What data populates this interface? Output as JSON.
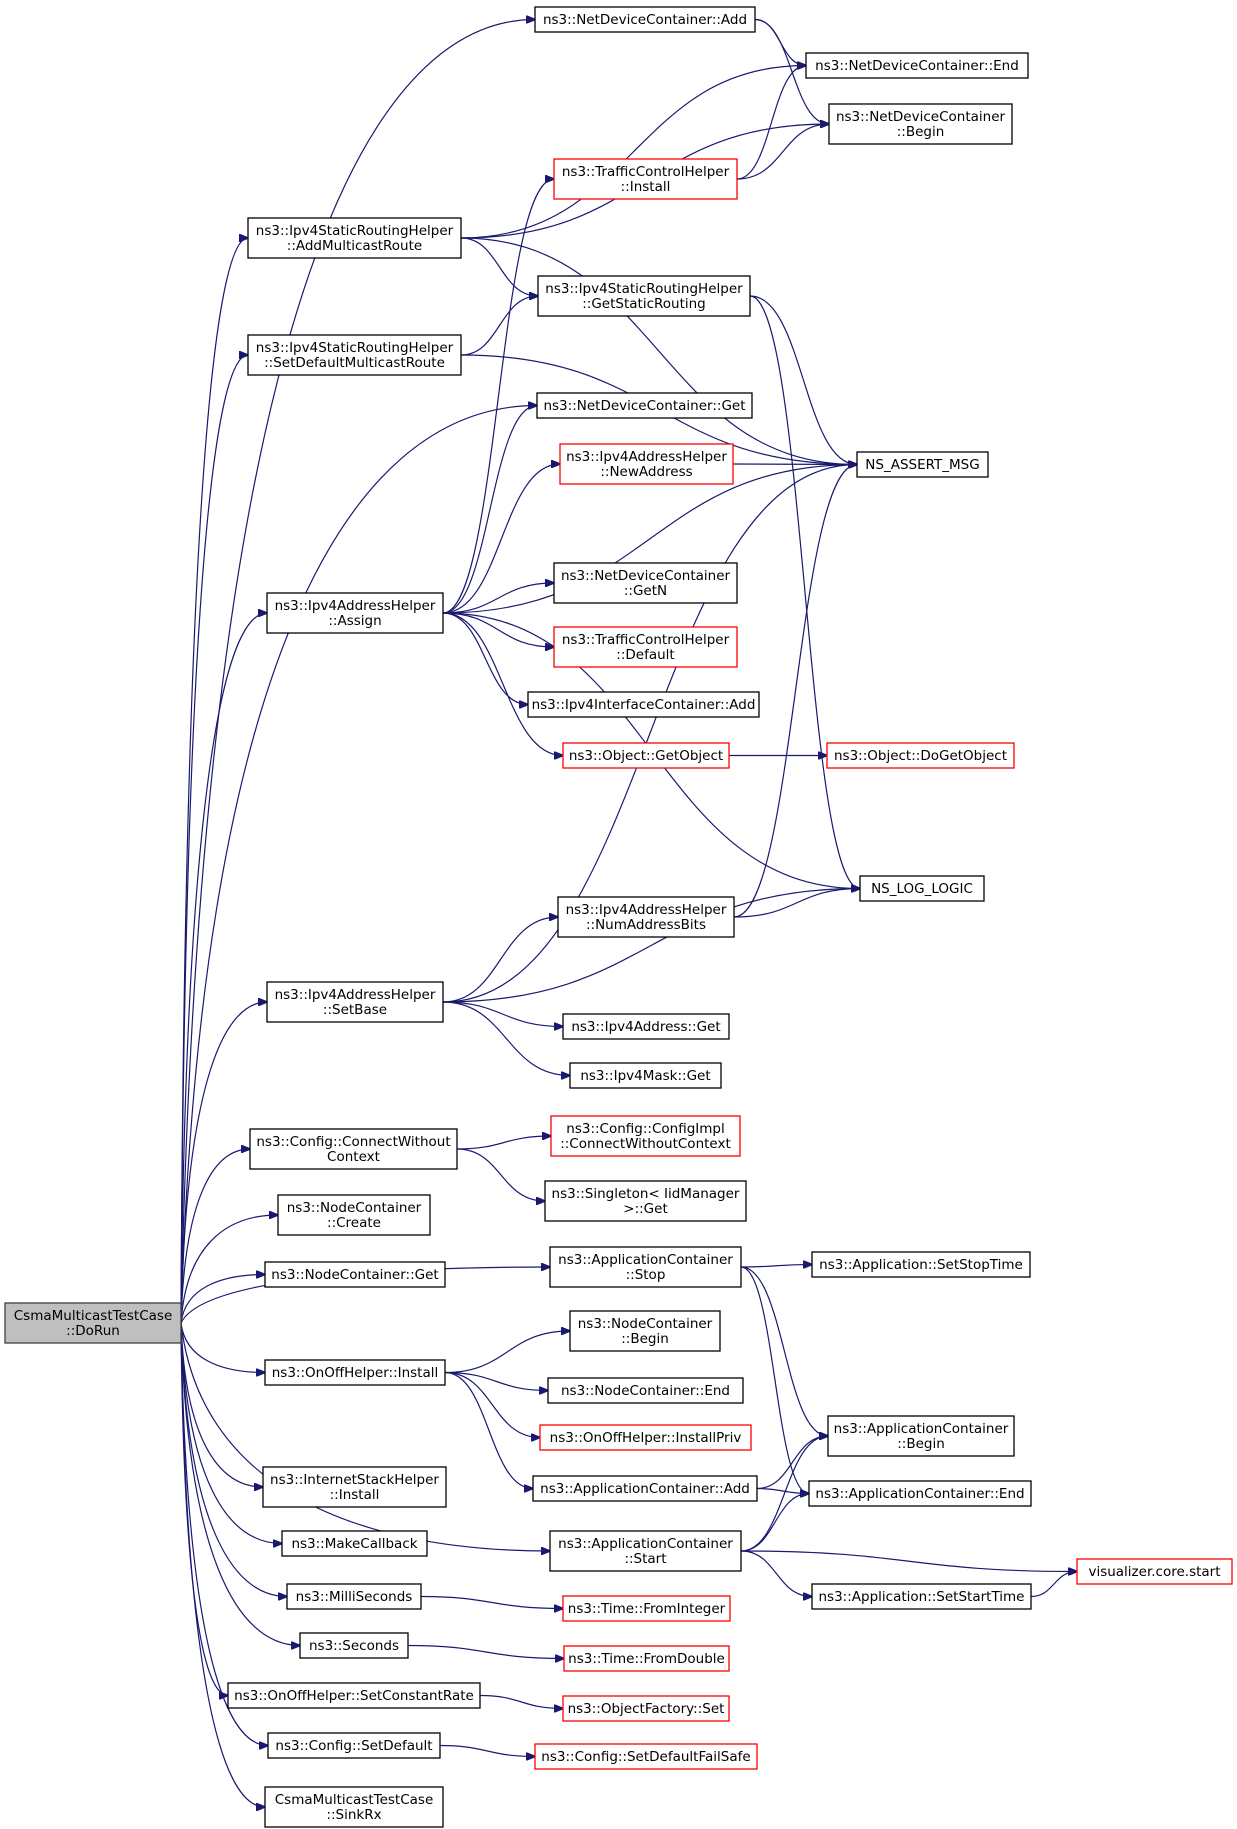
{
  "graph": {
    "root": "root",
    "nodes": [
      {
        "id": "root",
        "lines": [
          "CsmaMulticastTestCase",
          "::DoRun"
        ],
        "style": "root"
      },
      {
        "id": "ndcAdd",
        "lines": [
          "ns3::NetDeviceContainer::Add"
        ]
      },
      {
        "id": "ndcEnd",
        "lines": [
          "ns3::NetDeviceContainer::End"
        ]
      },
      {
        "id": "ndcBegin",
        "lines": [
          "ns3::NetDeviceContainer",
          "::Begin"
        ]
      },
      {
        "id": "tchInstall",
        "lines": [
          "ns3::TrafficControlHelper",
          "::Install"
        ],
        "style": "red"
      },
      {
        "id": "addMcRoute",
        "lines": [
          "ns3::Ipv4StaticRoutingHelper",
          "::AddMulticastRoute"
        ]
      },
      {
        "id": "getStaticRouting",
        "lines": [
          "ns3::Ipv4StaticRoutingHelper",
          "::GetStaticRouting"
        ]
      },
      {
        "id": "setDefMcRoute",
        "lines": [
          "ns3::Ipv4StaticRoutingHelper",
          "::SetDefaultMulticastRoute"
        ]
      },
      {
        "id": "ndcGet",
        "lines": [
          "ns3::NetDeviceContainer::Get"
        ]
      },
      {
        "id": "newAddress",
        "lines": [
          "ns3::Ipv4AddressHelper",
          "::NewAddress"
        ],
        "style": "red"
      },
      {
        "id": "nsAssert",
        "lines": [
          "NS_ASSERT_MSG"
        ]
      },
      {
        "id": "assign",
        "lines": [
          "ns3::Ipv4AddressHelper",
          "::Assign"
        ]
      },
      {
        "id": "ndcGetN",
        "lines": [
          "ns3::NetDeviceContainer",
          "::GetN"
        ]
      },
      {
        "id": "tchDefault",
        "lines": [
          "ns3::TrafficControlHelper",
          "::Default"
        ],
        "style": "red"
      },
      {
        "id": "iicAdd",
        "lines": [
          "ns3::Ipv4InterfaceContainer::Add"
        ]
      },
      {
        "id": "getObject",
        "lines": [
          "ns3::Object::GetObject"
        ],
        "style": "red"
      },
      {
        "id": "doGetObject",
        "lines": [
          "ns3::Object::DoGetObject"
        ],
        "style": "red"
      },
      {
        "id": "nsLog",
        "lines": [
          "NS_LOG_LOGIC"
        ]
      },
      {
        "id": "numAddrBits",
        "lines": [
          "ns3::Ipv4AddressHelper",
          "::NumAddressBits"
        ]
      },
      {
        "id": "setBase",
        "lines": [
          "ns3::Ipv4AddressHelper",
          "::SetBase"
        ]
      },
      {
        "id": "ipv4AddrGet",
        "lines": [
          "ns3::Ipv4Address::Get"
        ]
      },
      {
        "id": "ipv4MaskGet",
        "lines": [
          "ns3::Ipv4Mask::Get"
        ]
      },
      {
        "id": "cfgConnect",
        "lines": [
          "ns3::Config::ConnectWithout",
          "Context"
        ]
      },
      {
        "id": "cfgImplConnect",
        "lines": [
          "ns3::Config::ConfigImpl",
          "::ConnectWithoutContext"
        ],
        "style": "red"
      },
      {
        "id": "singletonGet",
        "lines": [
          "ns3::Singleton< IidManager",
          ">::Get"
        ]
      },
      {
        "id": "ncCreate",
        "lines": [
          "ns3::NodeContainer",
          "::Create"
        ]
      },
      {
        "id": "ncGet",
        "lines": [
          "ns3::NodeContainer::Get"
        ]
      },
      {
        "id": "acStop",
        "lines": [
          "ns3::ApplicationContainer",
          "::Stop"
        ]
      },
      {
        "id": "appSetStopTime",
        "lines": [
          "ns3::Application::SetStopTime"
        ]
      },
      {
        "id": "ncBegin",
        "lines": [
          "ns3::NodeContainer",
          "::Begin"
        ]
      },
      {
        "id": "onoffInstall",
        "lines": [
          "ns3::OnOffHelper::Install"
        ]
      },
      {
        "id": "ncEnd",
        "lines": [
          "ns3::NodeContainer::End"
        ]
      },
      {
        "id": "installPriv",
        "lines": [
          "ns3::OnOffHelper::InstallPriv"
        ],
        "style": "red"
      },
      {
        "id": "acBegin",
        "lines": [
          "ns3::ApplicationContainer",
          "::Begin"
        ]
      },
      {
        "id": "acAdd",
        "lines": [
          "ns3::ApplicationContainer::Add"
        ]
      },
      {
        "id": "acEnd",
        "lines": [
          "ns3::ApplicationContainer::End"
        ]
      },
      {
        "id": "ishInstall",
        "lines": [
          "ns3::InternetStackHelper",
          "::Install"
        ]
      },
      {
        "id": "acStart",
        "lines": [
          "ns3::ApplicationContainer",
          "::Start"
        ]
      },
      {
        "id": "vizStart",
        "lines": [
          "visualizer.core.start"
        ],
        "style": "red"
      },
      {
        "id": "makeCallback",
        "lines": [
          "ns3::MakeCallback"
        ]
      },
      {
        "id": "appSetStartTime",
        "lines": [
          "ns3::Application::SetStartTime"
        ]
      },
      {
        "id": "milliSeconds",
        "lines": [
          "ns3::MilliSeconds"
        ]
      },
      {
        "id": "fromInteger",
        "lines": [
          "ns3::Time::FromInteger"
        ],
        "style": "red"
      },
      {
        "id": "seconds",
        "lines": [
          "ns3::Seconds"
        ]
      },
      {
        "id": "fromDouble",
        "lines": [
          "ns3::Time::FromDouble"
        ],
        "style": "red"
      },
      {
        "id": "setConstRate",
        "lines": [
          "ns3::OnOffHelper::SetConstantRate"
        ]
      },
      {
        "id": "ofSet",
        "lines": [
          "ns3::ObjectFactory::Set"
        ],
        "style": "red"
      },
      {
        "id": "cfgSetDefault",
        "lines": [
          "ns3::Config::SetDefault"
        ]
      },
      {
        "id": "cfgSetDefaultFS",
        "lines": [
          "ns3::Config::SetDefaultFailSafe"
        ],
        "style": "red"
      },
      {
        "id": "sinkRx",
        "lines": [
          "CsmaMulticastTestCase",
          "::SinkRx"
        ]
      }
    ],
    "edges": [
      [
        "root",
        "ndcAdd"
      ],
      [
        "root",
        "addMcRoute"
      ],
      [
        "root",
        "setDefMcRoute"
      ],
      [
        "root",
        "ndcGet"
      ],
      [
        "root",
        "assign"
      ],
      [
        "root",
        "setBase"
      ],
      [
        "root",
        "cfgConnect"
      ],
      [
        "root",
        "ncCreate"
      ],
      [
        "root",
        "ncGet"
      ],
      [
        "root",
        "acStop"
      ],
      [
        "root",
        "onoffInstall"
      ],
      [
        "root",
        "acStart"
      ],
      [
        "root",
        "ishInstall"
      ],
      [
        "root",
        "makeCallback"
      ],
      [
        "root",
        "milliSeconds"
      ],
      [
        "root",
        "seconds"
      ],
      [
        "root",
        "setConstRate"
      ],
      [
        "root",
        "cfgSetDefault"
      ],
      [
        "root",
        "sinkRx"
      ],
      [
        "ndcAdd",
        "ndcEnd"
      ],
      [
        "ndcAdd",
        "ndcBegin"
      ],
      [
        "addMcRoute",
        "ndcEnd"
      ],
      [
        "addMcRoute",
        "ndcBegin"
      ],
      [
        "addMcRoute",
        "getStaticRouting"
      ],
      [
        "addMcRoute",
        "nsAssert"
      ],
      [
        "tchInstall",
        "ndcEnd"
      ],
      [
        "tchInstall",
        "ndcBegin"
      ],
      [
        "getStaticRouting",
        "nsAssert"
      ],
      [
        "getStaticRouting",
        "nsLog"
      ],
      [
        "setDefMcRoute",
        "getStaticRouting"
      ],
      [
        "setDefMcRoute",
        "nsAssert"
      ],
      [
        "newAddress",
        "nsAssert"
      ],
      [
        "assign",
        "tchInstall"
      ],
      [
        "assign",
        "ndcGet"
      ],
      [
        "assign",
        "newAddress"
      ],
      [
        "assign",
        "nsAssert"
      ],
      [
        "assign",
        "ndcGetN"
      ],
      [
        "assign",
        "tchDefault"
      ],
      [
        "assign",
        "iicAdd"
      ],
      [
        "assign",
        "getObject"
      ],
      [
        "assign",
        "nsLog"
      ],
      [
        "getObject",
        "doGetObject"
      ],
      [
        "numAddrBits",
        "nsAssert"
      ],
      [
        "numAddrBits",
        "nsLog"
      ],
      [
        "setBase",
        "nsAssert"
      ],
      [
        "setBase",
        "numAddrBits"
      ],
      [
        "setBase",
        "nsLog"
      ],
      [
        "setBase",
        "ipv4AddrGet"
      ],
      [
        "setBase",
        "ipv4MaskGet"
      ],
      [
        "cfgConnect",
        "cfgImplConnect"
      ],
      [
        "cfgConnect",
        "singletonGet"
      ],
      [
        "acStop",
        "appSetStopTime"
      ],
      [
        "acStop",
        "acBegin"
      ],
      [
        "acStop",
        "acEnd"
      ],
      [
        "onoffInstall",
        "ncBegin"
      ],
      [
        "onoffInstall",
        "ncEnd"
      ],
      [
        "onoffInstall",
        "installPriv"
      ],
      [
        "onoffInstall",
        "acAdd"
      ],
      [
        "acAdd",
        "acBegin"
      ],
      [
        "acAdd",
        "acEnd"
      ],
      [
        "acStart",
        "acBegin"
      ],
      [
        "acStart",
        "acEnd"
      ],
      [
        "acStart",
        "vizStart"
      ],
      [
        "acStart",
        "appSetStartTime"
      ],
      [
        "appSetStartTime",
        "vizStart"
      ],
      [
        "milliSeconds",
        "fromInteger"
      ],
      [
        "seconds",
        "fromDouble"
      ],
      [
        "setConstRate",
        "ofSet"
      ],
      [
        "cfgSetDefault",
        "cfgSetDefaultFS"
      ]
    ]
  }
}
